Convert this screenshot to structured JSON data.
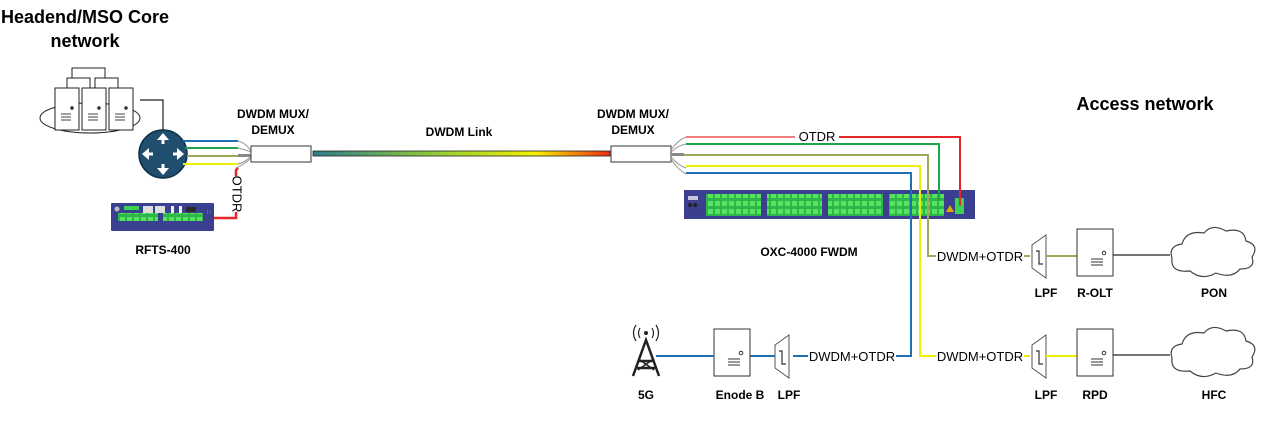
{
  "titles": {
    "headend_line1": "Headend/MSO Core",
    "headend_line2": "network",
    "access": "Access network"
  },
  "devices": {
    "rfts": "RFTS-400",
    "mux_left_line1": "DWDM MUX/",
    "mux_left_line2": "DEMUX",
    "mux_right_line1": "DWDM MUX/",
    "mux_right_line2": "DEMUX",
    "oxc": "OXC-4000 FWDM",
    "lpf_pon": "LPF",
    "rolt": "R-OLT",
    "pon": "PON",
    "lpf_hfc": "LPF",
    "rpd": "RPD",
    "hfc": "HFC",
    "tower_5g": "5G",
    "enodeb": "Enode B",
    "lpf_5g": "LPF"
  },
  "links": {
    "dwdm_link": "DWDM Link",
    "otdr_left": "OTDR",
    "otdr_right": "OTDR",
    "pon_link": "DWDM+OTDR",
    "hfc_link": "DWDM+OTDR",
    "fiveg_link": "DWDM+OTDR"
  },
  "colors": {
    "blue": "#1f6fb5",
    "green": "#1fa34a",
    "olive": "#9aaa5a",
    "yellow": "#f2ef00",
    "red": "#e8262a",
    "pink": "#f08080",
    "router": "#1f4e6e",
    "panel": "#3b3f8f",
    "port": "#39d353"
  }
}
